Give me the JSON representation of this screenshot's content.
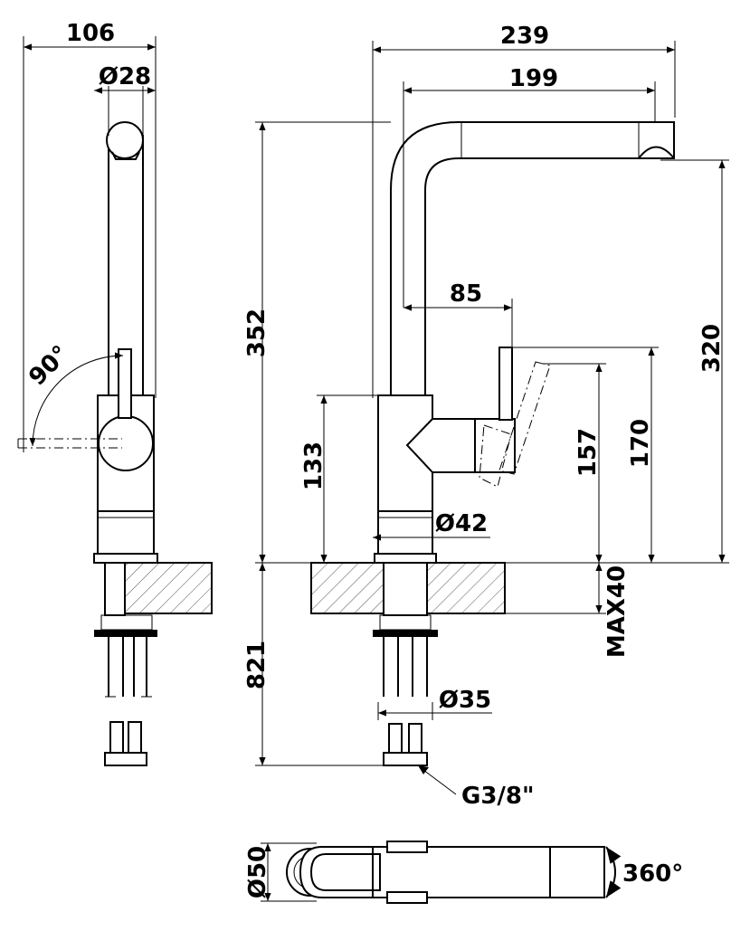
{
  "dimensions": {
    "side_width": "106",
    "side_diameter_top": "Ø28",
    "rotation_angle": "90°",
    "total_width": "239",
    "spout_reach": "199",
    "total_height": "352",
    "spout_height": "320",
    "lever_offset": "85",
    "body_height": "133",
    "lever_height_low": "157",
    "lever_height_high": "170",
    "body_diameter": "Ø42",
    "max_counter_thickness": "MAX40",
    "hose_length": "821",
    "shank_diameter": "Ø35",
    "thread": "G3/8\"",
    "base_diameter": "Ø50",
    "swivel": "360°"
  }
}
